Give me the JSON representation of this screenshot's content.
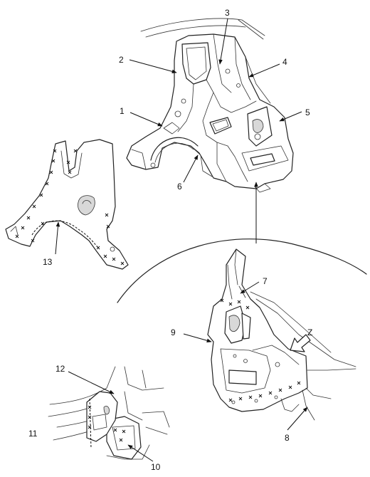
{
  "callouts": {
    "c1": "1",
    "c2": "2",
    "c3": "3",
    "c4": "4",
    "c5": "5",
    "c6": "6",
    "c7": "7",
    "c8": "8",
    "c9": "9",
    "c10": "10",
    "c11": "11",
    "c12": "12",
    "c13": "13",
    "view_z": "Z"
  }
}
